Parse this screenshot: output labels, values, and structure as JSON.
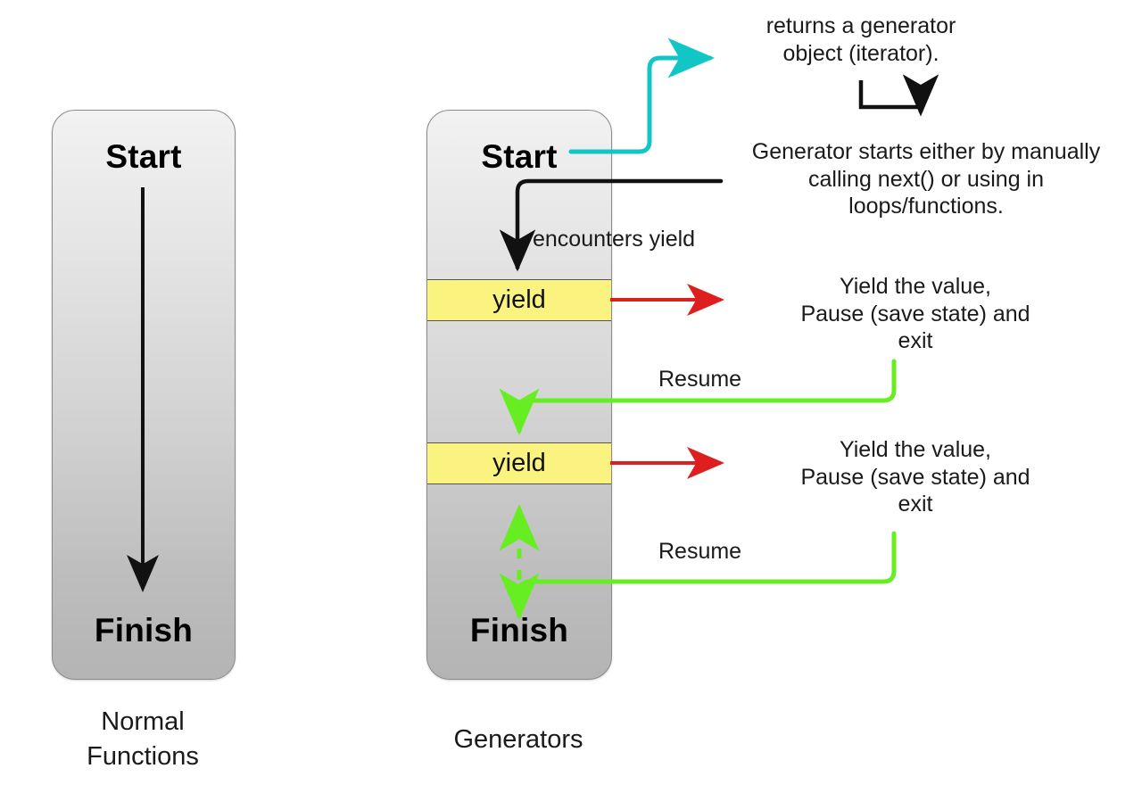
{
  "diagram": {
    "title_hidden": "",
    "colors": {
      "cyan": "#13c6c6",
      "red": "#dd1f1f",
      "green": "#66ee22",
      "black": "#111111",
      "yellow": "#faf380",
      "box_border": "#8a8a8a"
    },
    "left_column": {
      "box": {
        "start_label": "Start",
        "finish_label": "Finish"
      },
      "caption": "Normal\nFunctions"
    },
    "right_column": {
      "box": {
        "start_label": "Start",
        "finish_label": "Finish",
        "yield_blocks": [
          {
            "label": "yield"
          },
          {
            "label": "yield"
          }
        ]
      },
      "caption": "Generators"
    },
    "annotations": {
      "returns_generator": "returns a generator\nobject (iterator).",
      "generator_starts": "Generator starts either by manually\ncalling next() or using in\nloops/functions.",
      "encounters_yield": "encounters yield",
      "yield_note_1": "Yield  the value,\nPause (save state) and\nexit",
      "yield_note_2": "Yield  the value,\nPause (save state) and\nexit",
      "resume_1": "Resume",
      "resume_2": "Resume"
    }
  }
}
